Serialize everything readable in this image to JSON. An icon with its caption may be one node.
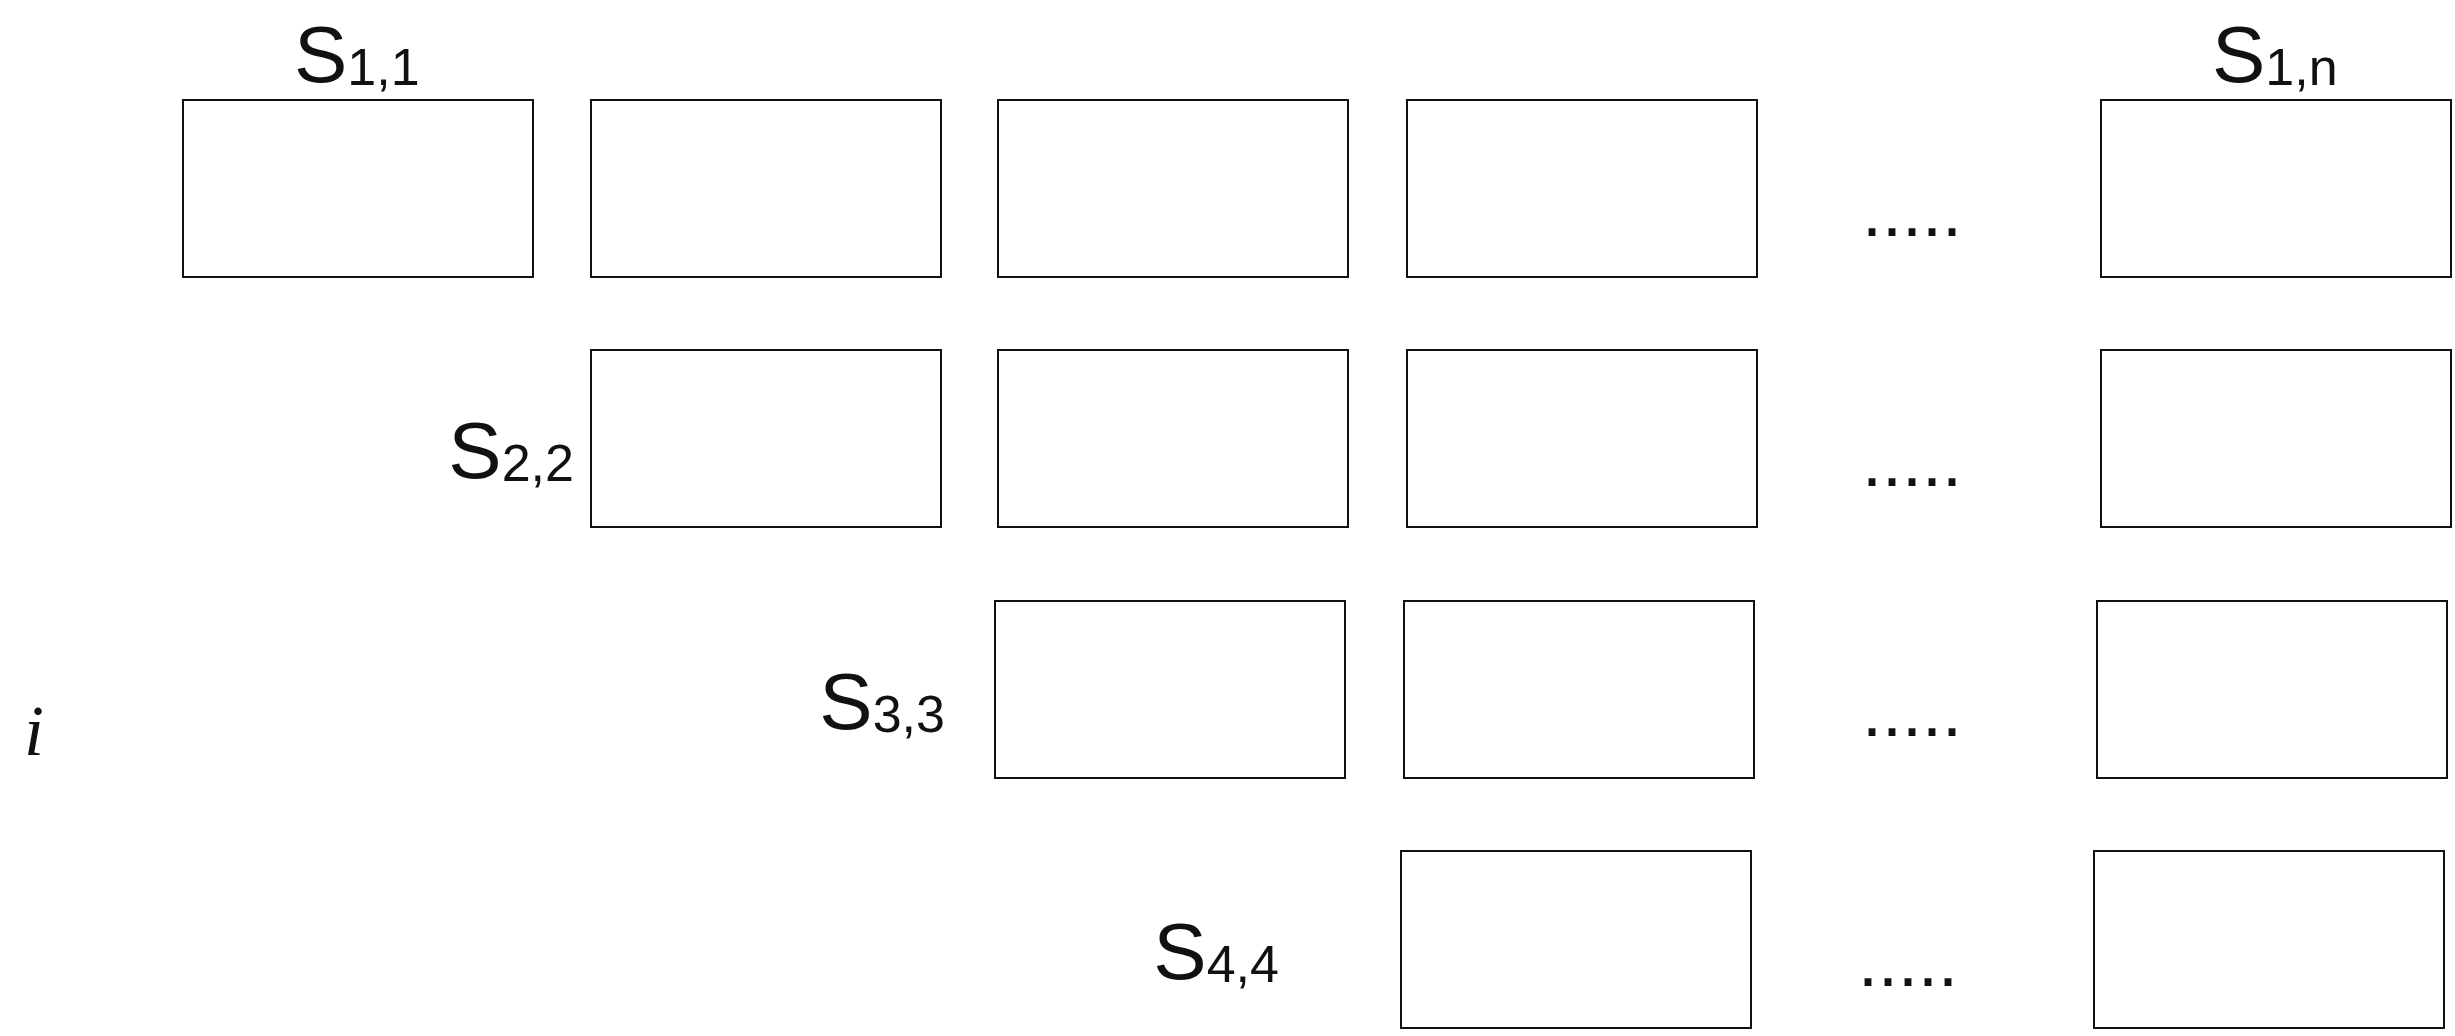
{
  "diagram": {
    "nodes": [
      {
        "text": [
          "S$_{1,1}$"
        ]
      },
      {
        "text": [],
        "shape": "box"
      },
      {
        "text": [],
        "shape": "box"
      },
      {
        "text": [],
        "shape": "box"
      },
      {
        "text": [
          "S$_{1,n}$"
        ]
      },
      {
        "text": [
          "S$_{2,2}$"
        ]
      },
      {
        "text": [],
        "shape": "box"
      },
      {
        "text": [],
        "shape": "box"
      },
      {
        "text": [],
        "shape": "box"
      },
      {
        "text": [
          "S$_{3,3}$"
        ]
      },
      {
        "text": [],
        "shape": "box"
      },
      {
        "text": [],
        "shape": "box"
      },
      {
        "text": [
          "S$_{4,4}$"
        ]
      },
      {
        "text": [],
        "shape": "box"
      }
    ],
    "labels": [
      ".....",
      ".....",
      "i",
      ".....",
      "....."
    ]
  }
}
